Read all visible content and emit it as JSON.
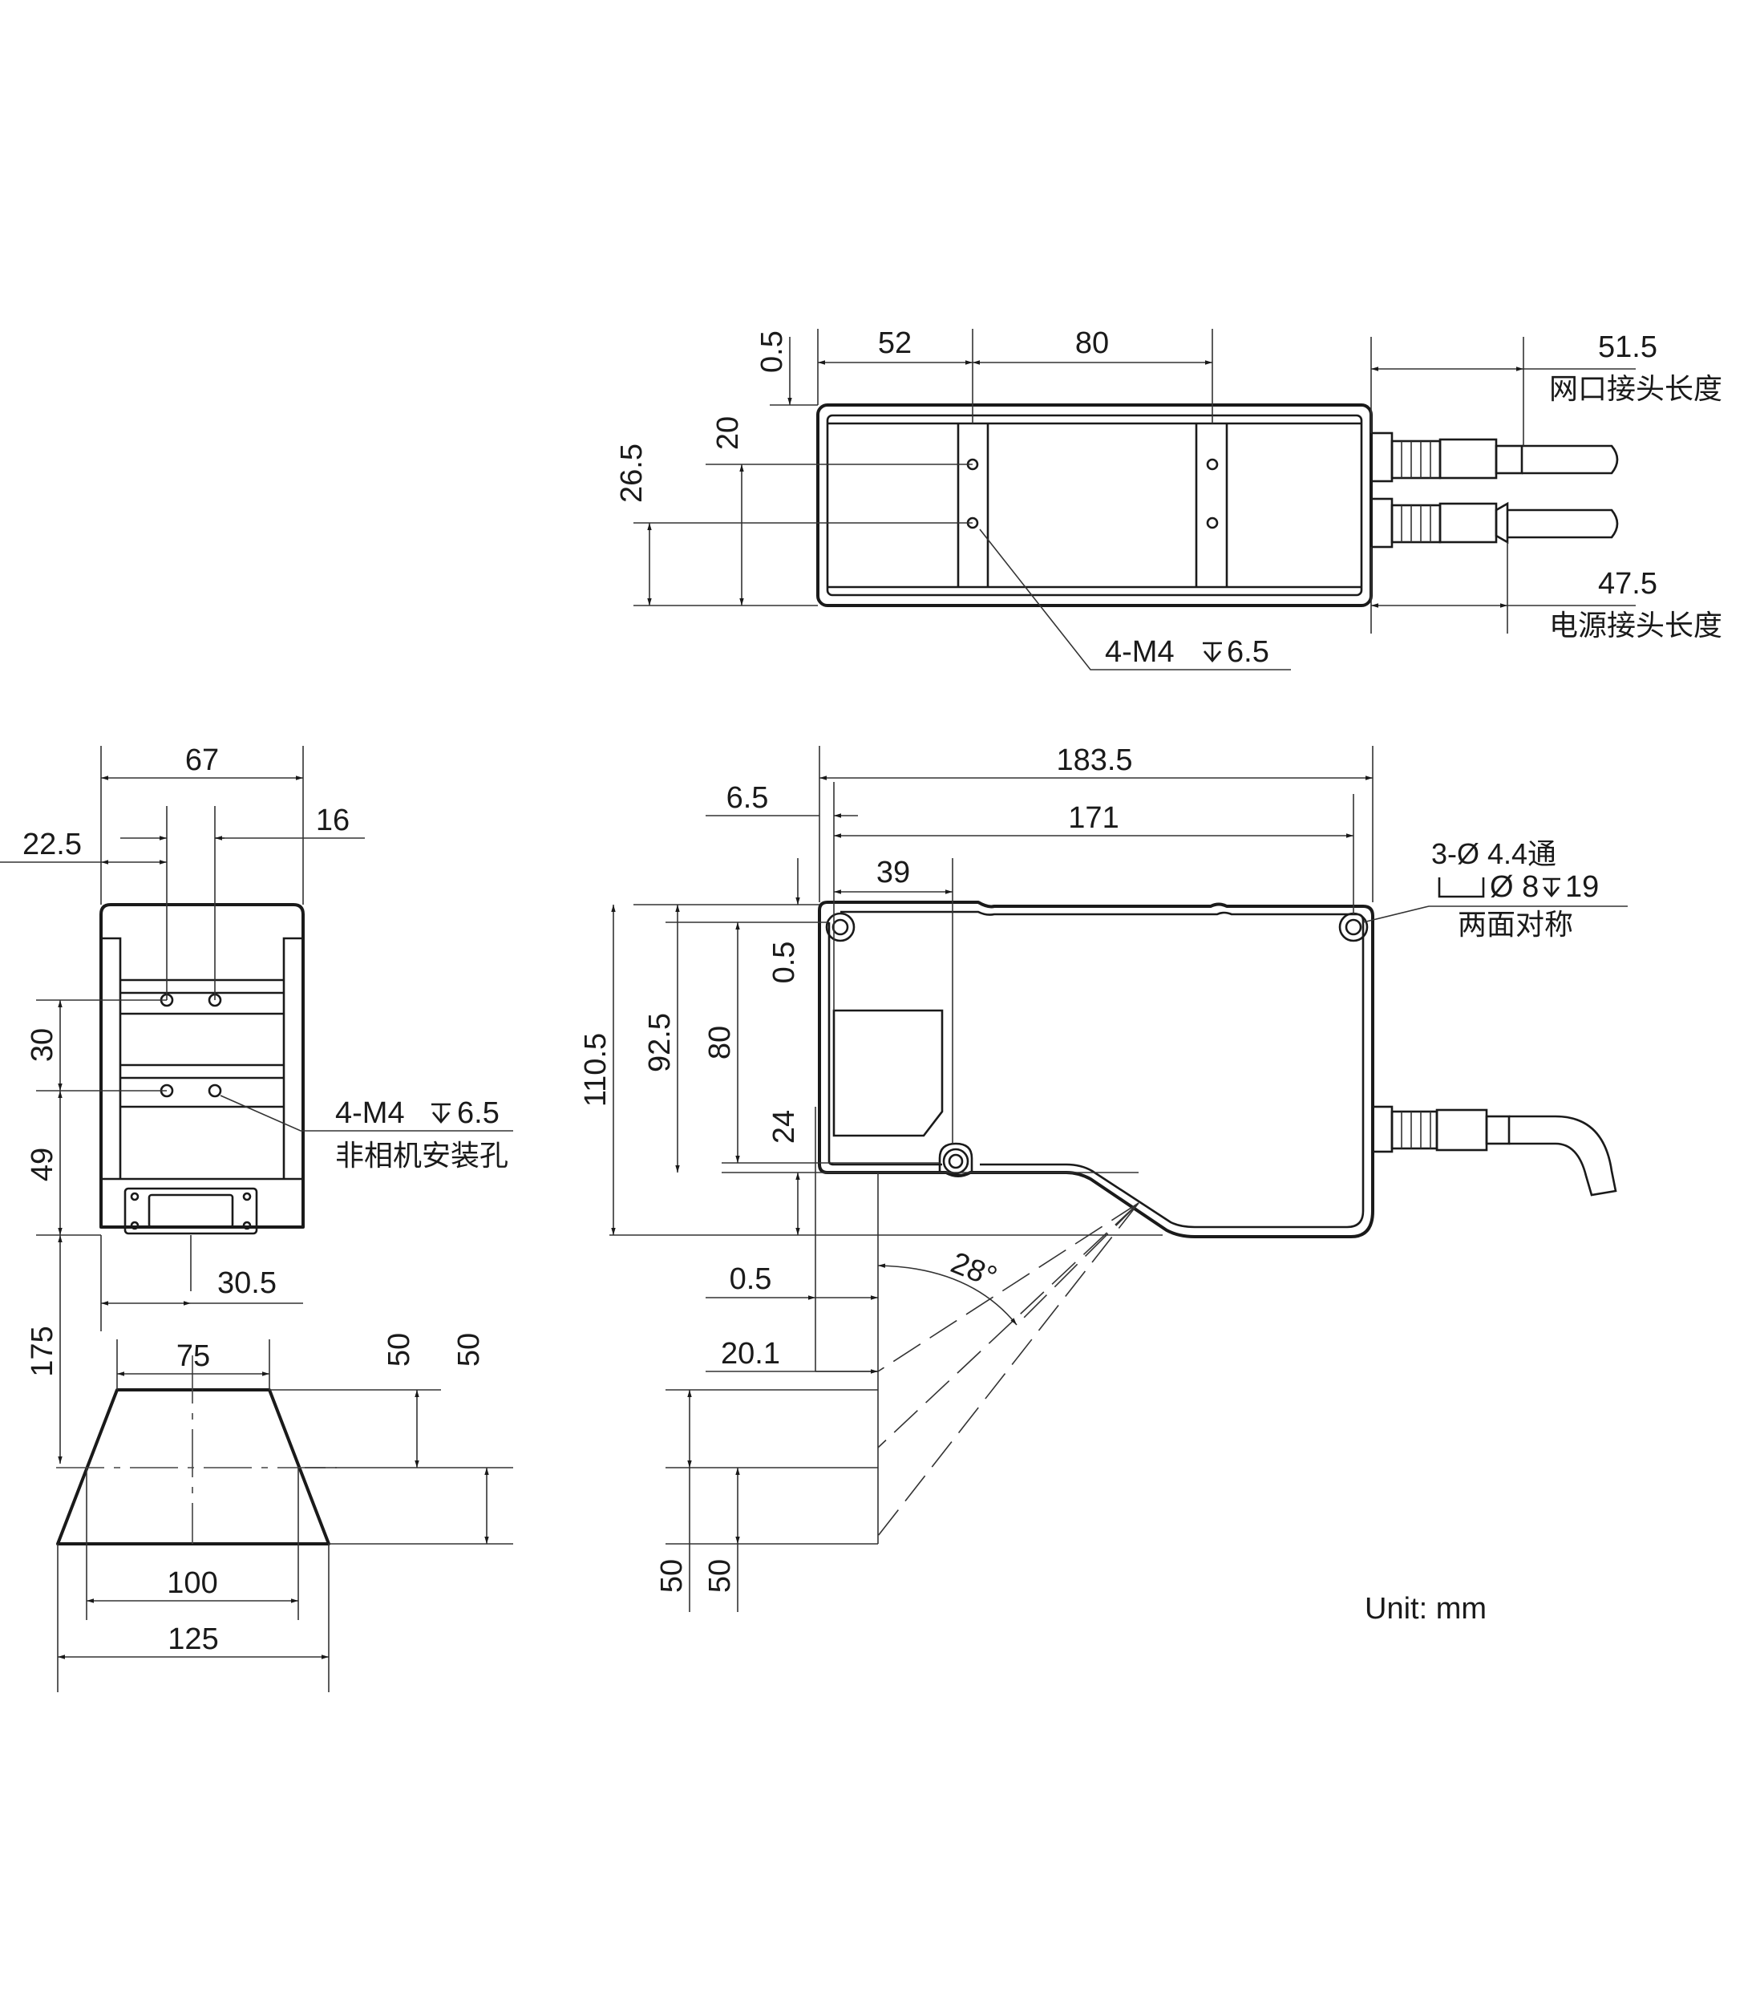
{
  "unit_label": "Unit: mm",
  "top_view": {
    "dims": {
      "gap_top": "0.5",
      "left_52": "52",
      "span_80": "80",
      "h_20": "20",
      "h_26_5": "26.5",
      "net_len": "51.5",
      "power_len": "47.5"
    },
    "notes": {
      "net_connector": "网口接头长度",
      "power_connector": "电源接头长度",
      "holes": "4-M4",
      "holes_depth": "6.5"
    }
  },
  "end_view": {
    "dims": {
      "width_67": "67",
      "offset_22_5": "22.5",
      "offset_16": "16",
      "h_30": "30",
      "h_49": "49",
      "h_175": "175",
      "w_30_5": "30.5"
    },
    "notes": {
      "holes": "4-M4",
      "holes_depth": "6.5",
      "holes_desc": "非相机安装孔"
    }
  },
  "field_of_view": {
    "dims": {
      "top_75": "75",
      "h_50a": "50",
      "h_50b": "50",
      "mid_100": "100",
      "bottom_125": "125"
    }
  },
  "side_view": {
    "dims": {
      "length_183_5": "183.5",
      "offset_6_5": "6.5",
      "span_171": "171",
      "offset_39": "39",
      "h_110_5": "110.5",
      "h_92_5": "92.5",
      "h_80": "80",
      "h_0_5": "0.5",
      "h_24": "24",
      "angle": "28°",
      "w_0_5": "0.5",
      "w_20_1": "20.1",
      "h_50a": "50",
      "h_50b": "50"
    },
    "notes": {
      "holes_line1": "3-Ø 4.4通",
      "holes_line2": "Ø 8",
      "holes_depth": "19",
      "holes_line3": "两面对称"
    }
  }
}
